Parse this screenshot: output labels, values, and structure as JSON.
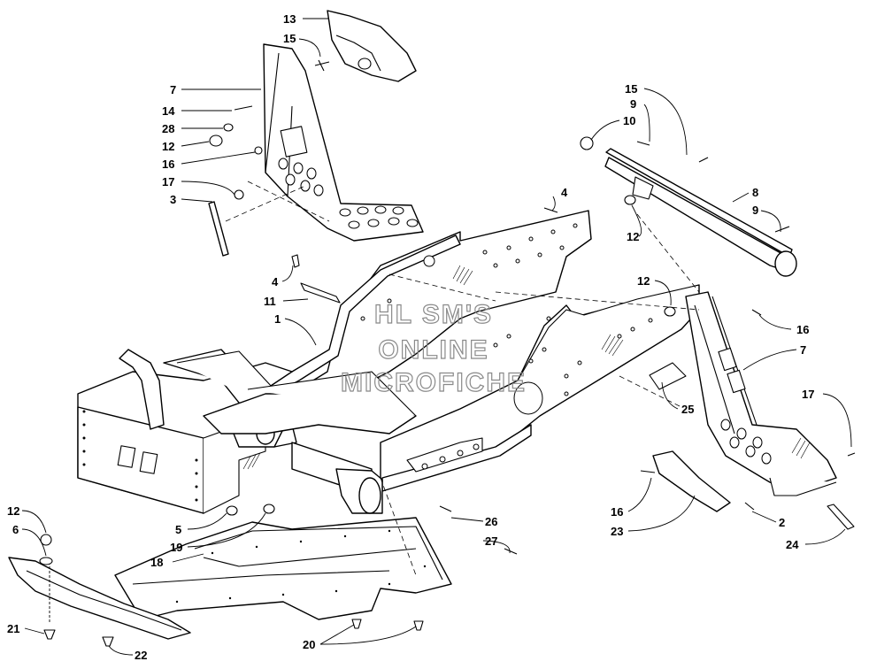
{
  "watermark": {
    "line1": "HL SM'S",
    "line2": "ONLINE",
    "line3": "MICROFICHE"
  },
  "callouts": [
    {
      "id": "c13a",
      "text": "13"
    },
    {
      "id": "c15a",
      "text": "15"
    },
    {
      "id": "c7a",
      "text": "7"
    },
    {
      "id": "c14",
      "text": "14"
    },
    {
      "id": "c28",
      "text": "28"
    },
    {
      "id": "c12a",
      "text": "12"
    },
    {
      "id": "c16a",
      "text": "16"
    },
    {
      "id": "c17a",
      "text": "17"
    },
    {
      "id": "c3",
      "text": "3"
    },
    {
      "id": "c4a",
      "text": "4"
    },
    {
      "id": "c11",
      "text": "11"
    },
    {
      "id": "c1",
      "text": "1"
    },
    {
      "id": "c4b",
      "text": "4"
    },
    {
      "id": "c15b",
      "text": "15"
    },
    {
      "id": "c9a",
      "text": "9"
    },
    {
      "id": "c10",
      "text": "10"
    },
    {
      "id": "c8",
      "text": "8"
    },
    {
      "id": "c9b",
      "text": "9"
    },
    {
      "id": "c12b",
      "text": "12"
    },
    {
      "id": "c12c",
      "text": "12"
    },
    {
      "id": "c16b",
      "text": "16"
    },
    {
      "id": "c7b",
      "text": "7"
    },
    {
      "id": "c17b",
      "text": "17"
    },
    {
      "id": "c25",
      "text": "25"
    },
    {
      "id": "c5",
      "text": "5"
    },
    {
      "id": "c19",
      "text": "19"
    },
    {
      "id": "c18",
      "text": "18"
    },
    {
      "id": "c12d",
      "text": "12"
    },
    {
      "id": "c6",
      "text": "6"
    },
    {
      "id": "c26",
      "text": "26"
    },
    {
      "id": "c27",
      "text": "27"
    },
    {
      "id": "c16c",
      "text": "16"
    },
    {
      "id": "c23",
      "text": "23"
    },
    {
      "id": "c2",
      "text": "2"
    },
    {
      "id": "c24",
      "text": "24"
    },
    {
      "id": "c21",
      "text": "21"
    },
    {
      "id": "c22",
      "text": "22"
    },
    {
      "id": "c20",
      "text": "20"
    }
  ]
}
